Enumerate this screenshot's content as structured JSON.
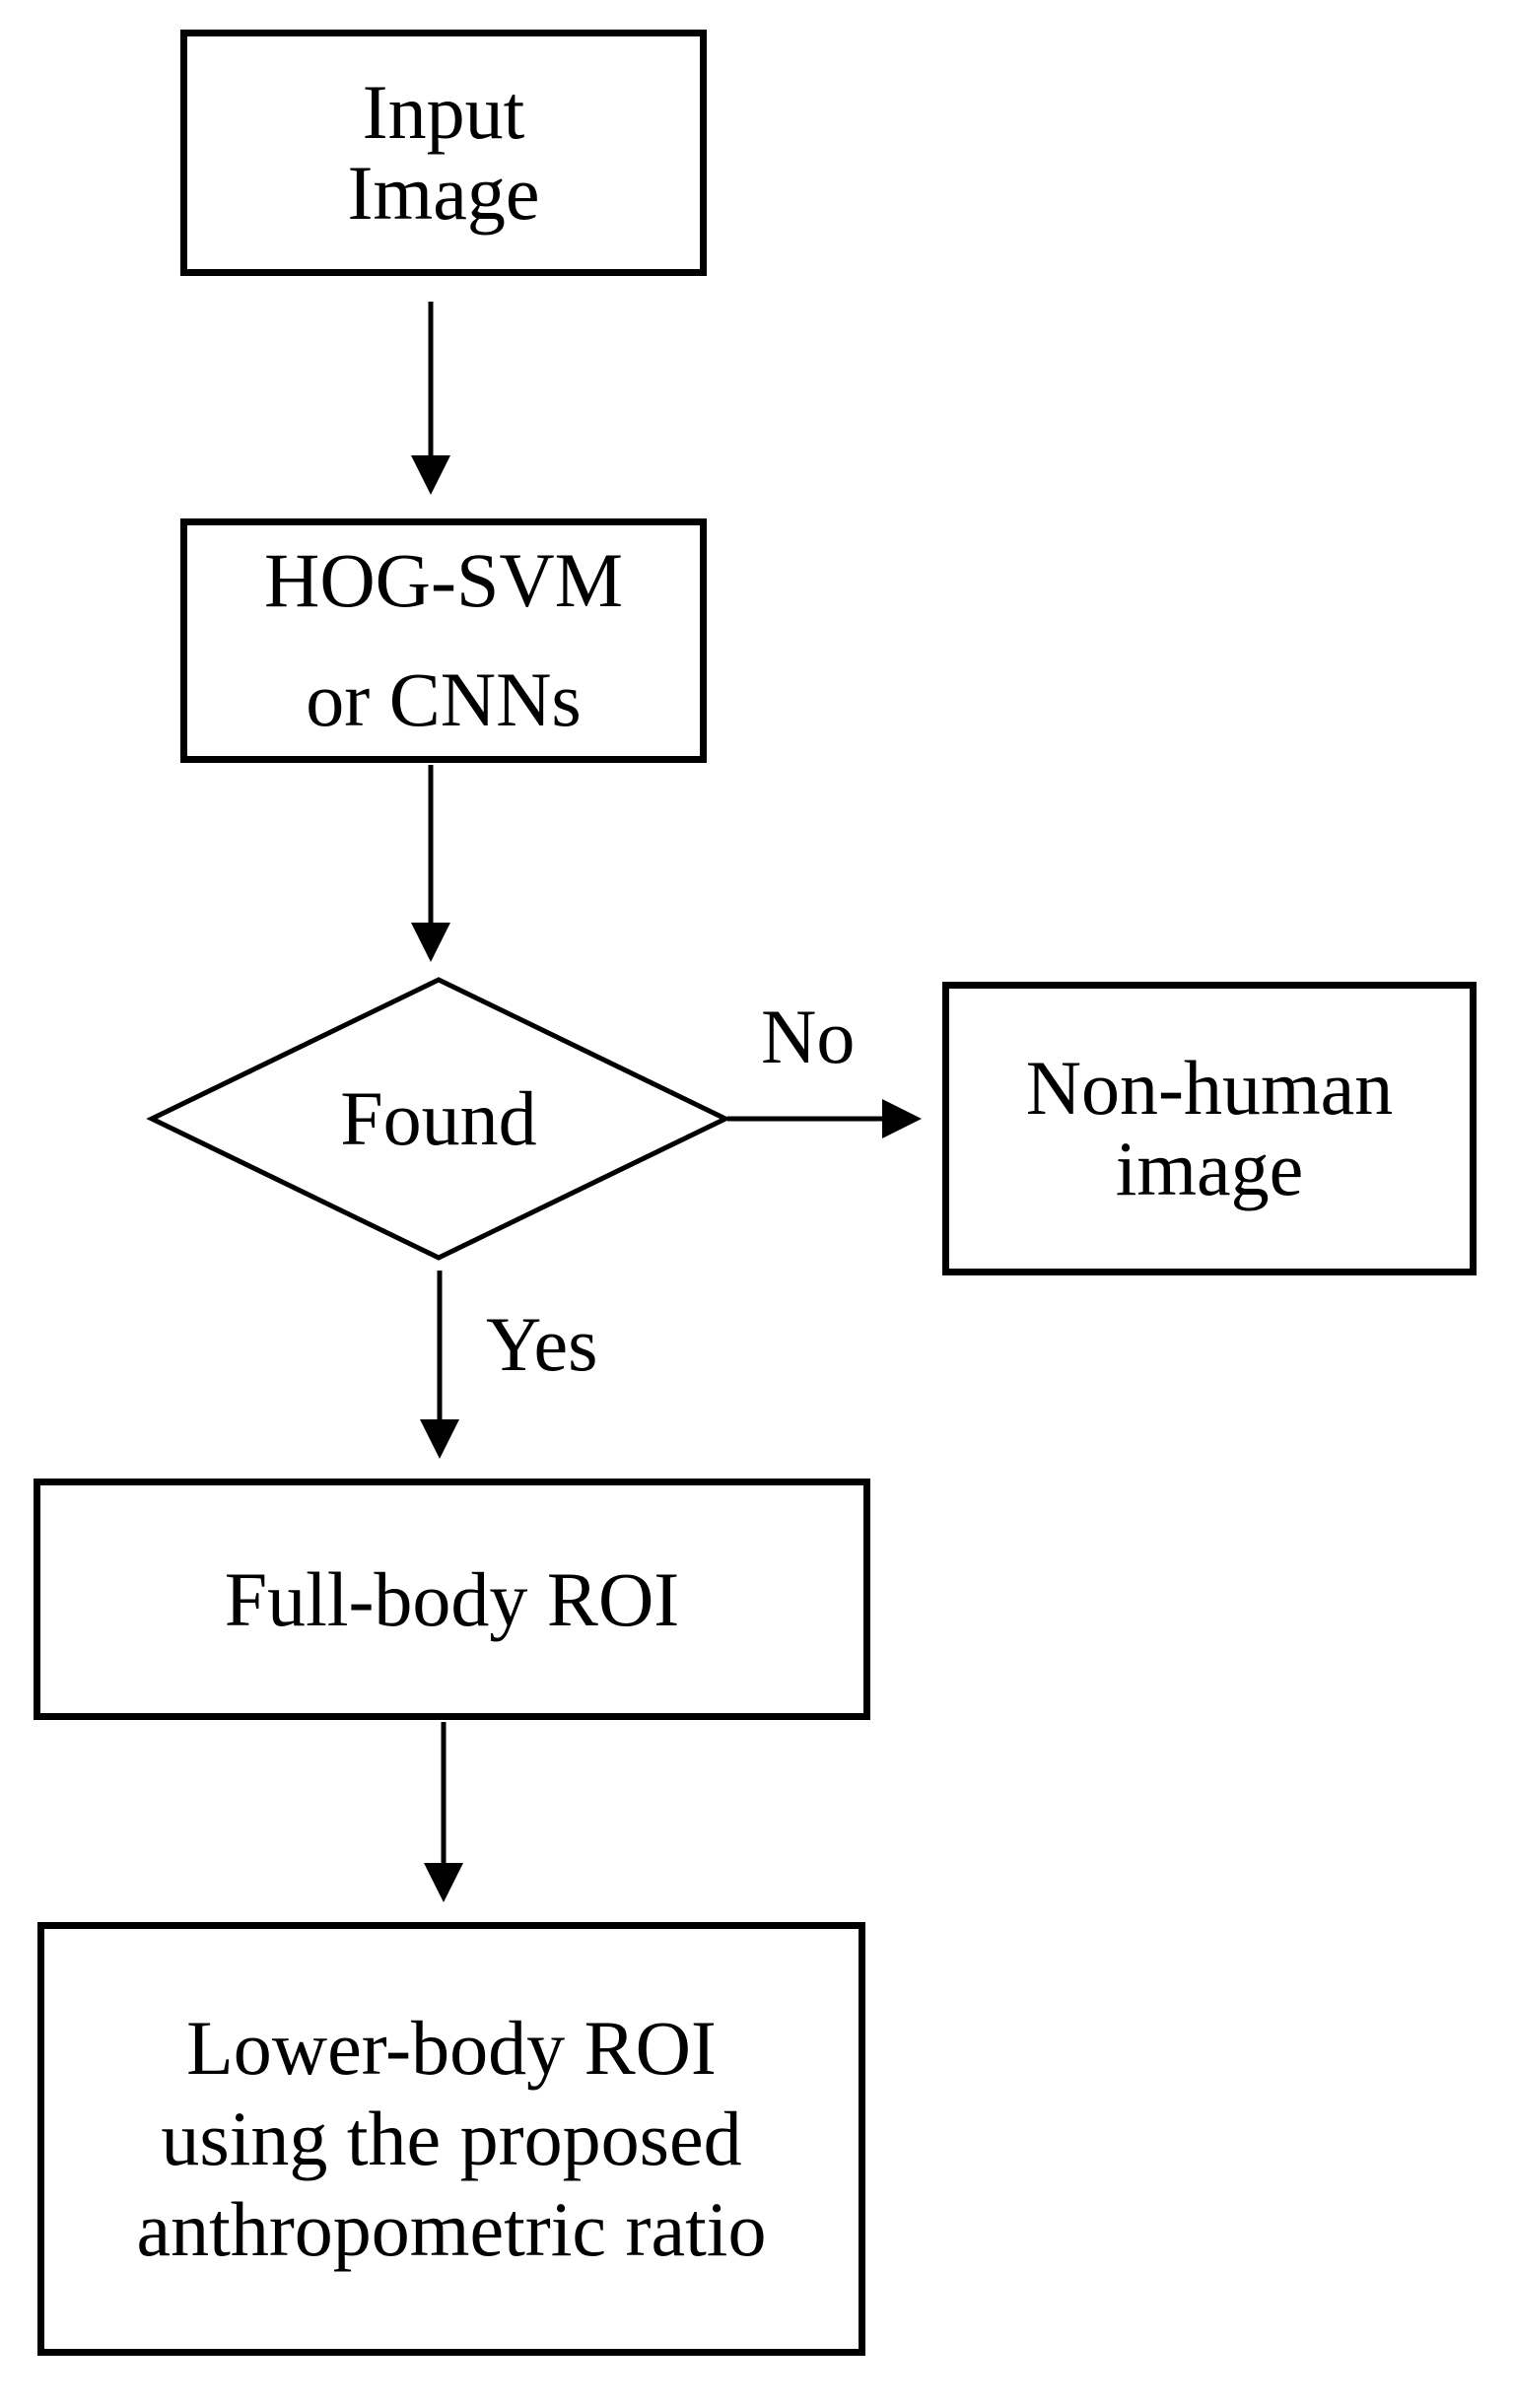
{
  "nodes": {
    "input": {
      "lines": [
        "Input",
        "Image"
      ]
    },
    "hog": {
      "lines": [
        "HOG-SVM",
        "or CNNs"
      ]
    },
    "found": {
      "label": "Found"
    },
    "nonhuman": {
      "lines": [
        "Non-human",
        "image"
      ]
    },
    "fullbody": {
      "label": "Full-body ROI"
    },
    "lowerbody": {
      "lines": [
        "Lower-body ROI",
        "using the proposed",
        "anthropometric ratio"
      ]
    }
  },
  "edges": {
    "no_label": "No",
    "yes_label": "Yes"
  }
}
